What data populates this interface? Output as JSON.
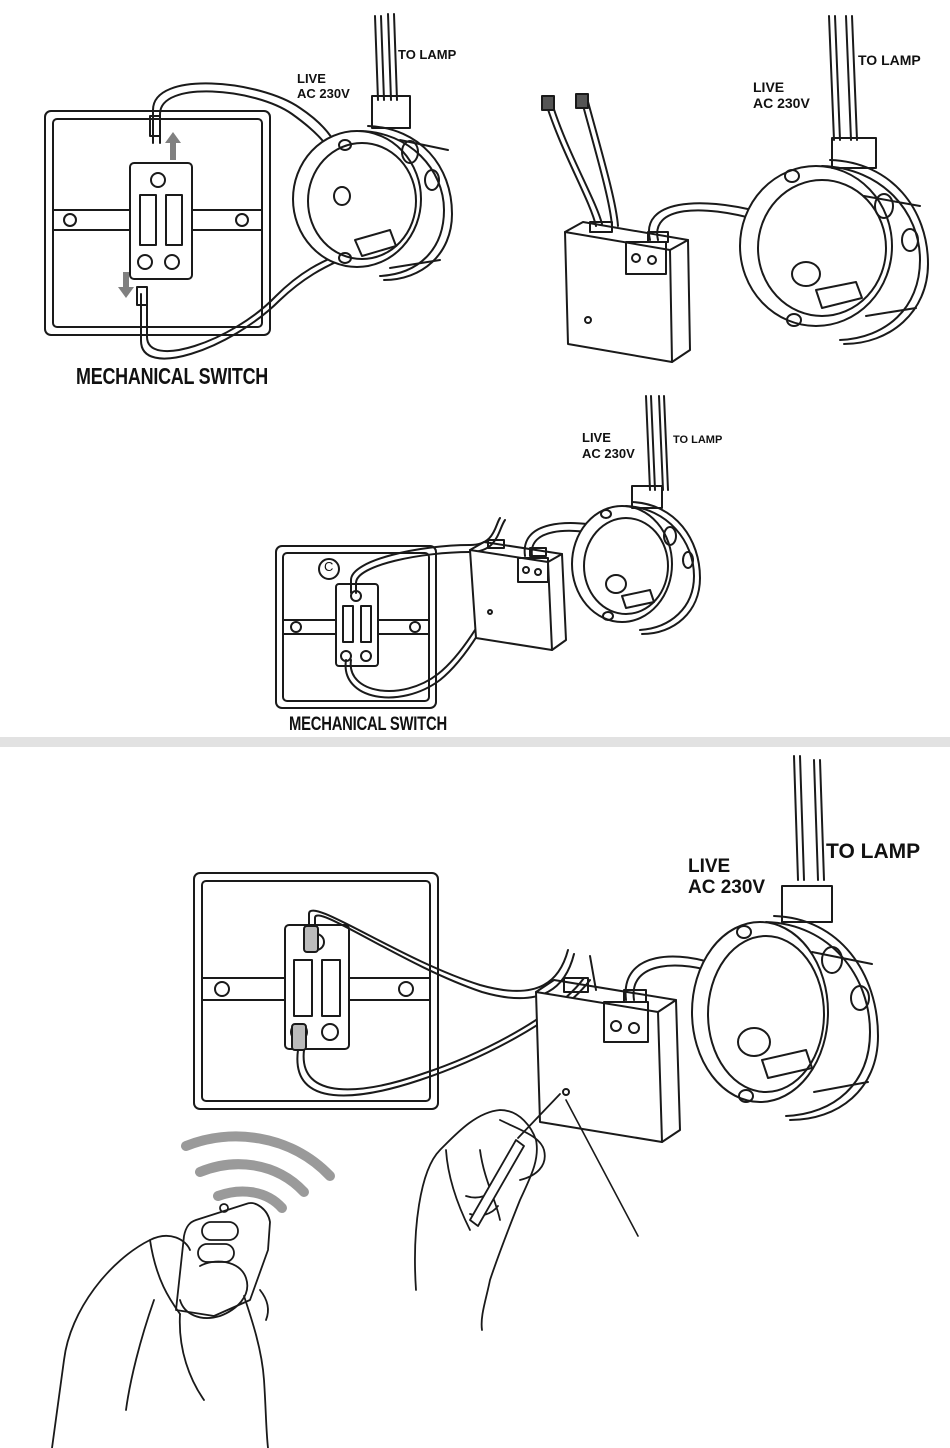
{
  "colors": {
    "line": "#1a1a1a",
    "separator": "#e2e2e2",
    "arrow": "#808080",
    "waves": "#9a9a9a"
  },
  "labels": {
    "panel1": {
      "live": "LIVE",
      "voltage": "AC 230V",
      "to_lamp": "TO LAMP",
      "switch": "MECHANICAL SWITCH"
    },
    "panel2": {
      "live": "LIVE",
      "voltage": "AC 230V",
      "to_lamp": "TO LAMP"
    },
    "panel3": {
      "live": "LIVE",
      "voltage": "AC 230V",
      "to_lamp": "TO LAMP",
      "switch": "MECHANICAL SWITCH",
      "switch_marker": "C"
    },
    "panel4": {
      "live": "LIVE",
      "voltage": "AC 230V",
      "to_lamp": "TO LAMP"
    }
  },
  "icons": [
    "mechanical-switch-icon",
    "junction-box-icon",
    "relay-module-icon",
    "remote-control-icon",
    "hand-icon",
    "screwdriver-icon",
    "signal-waves-icon"
  ]
}
